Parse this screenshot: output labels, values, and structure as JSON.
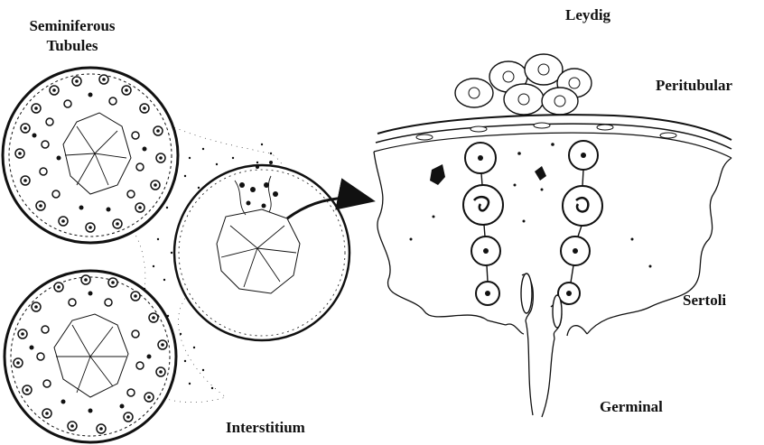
{
  "labels": {
    "seminiferous_line1": "Seminiferous",
    "seminiferous_line2": "Tubules",
    "leydig": "Leydig",
    "peritubular": "Peritubular",
    "sertoli": "Sertoli",
    "germinal": "Germinal",
    "interstitium": "Interstitium"
  },
  "colors": {
    "ink": "#111111",
    "background": "#ffffff"
  }
}
